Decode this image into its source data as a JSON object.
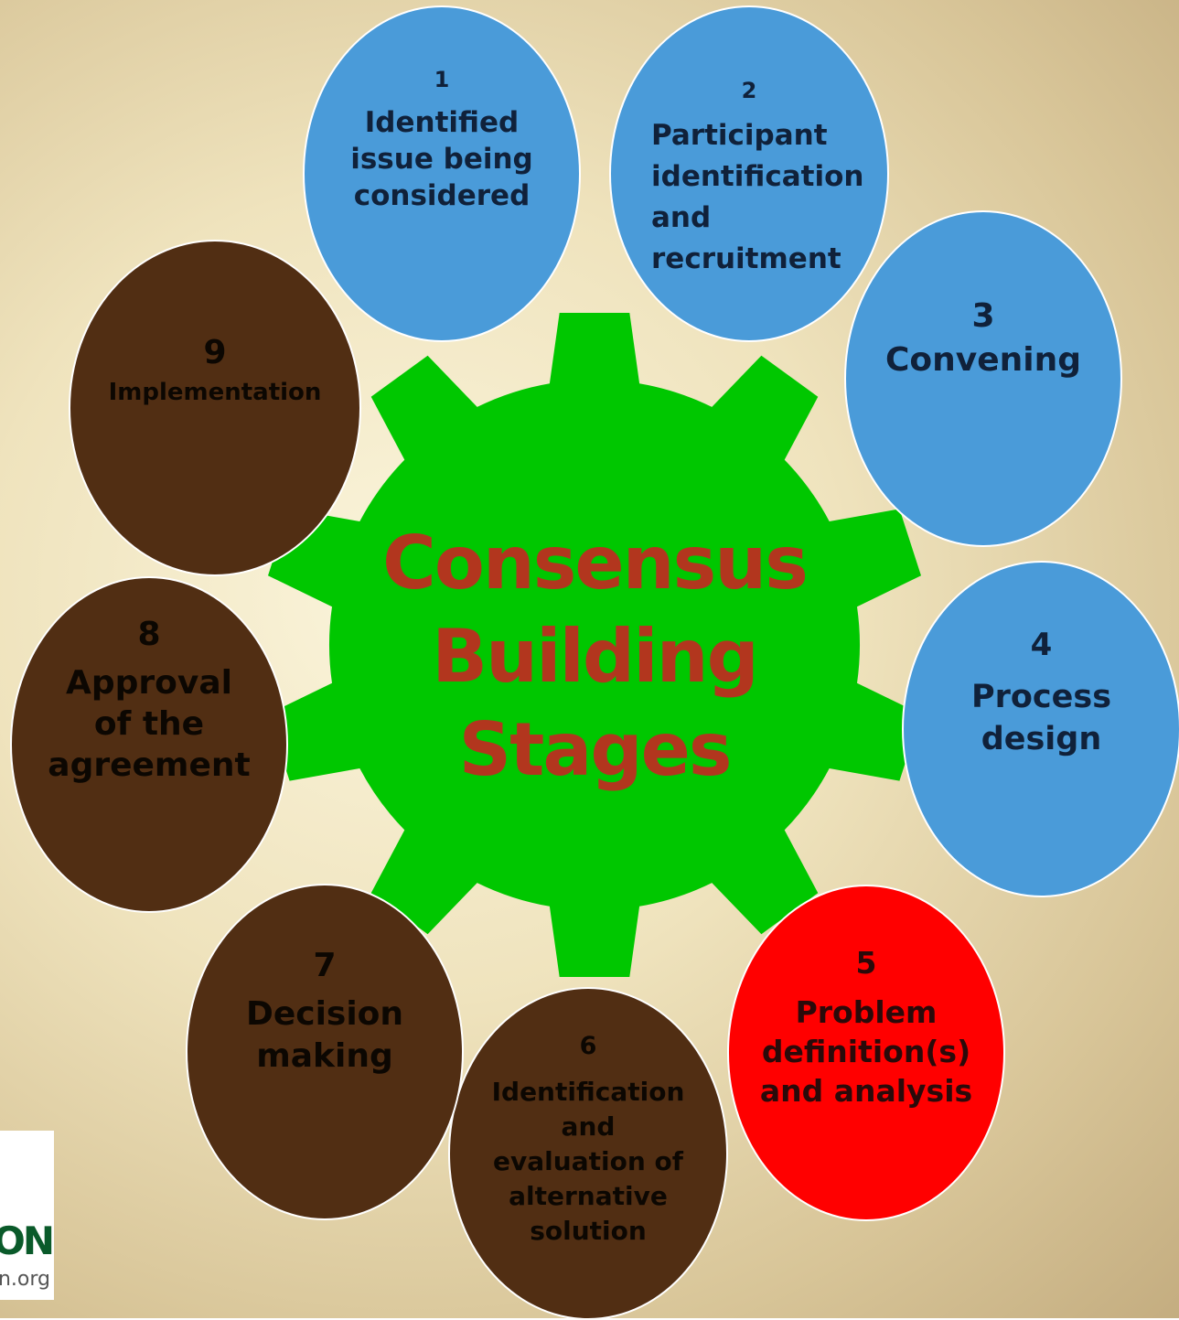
{
  "title_lines": [
    "Consensus",
    "Building",
    "Stages"
  ],
  "stages": [
    {
      "number": "1",
      "label": "Identified\nissue being\nconsidered",
      "color": "#4a9bd9"
    },
    {
      "number": "2",
      "label": "Participant\nidentification\nand\nrecruitment",
      "color": "#4a9bd9"
    },
    {
      "number": "3",
      "label": "Convening",
      "color": "#4a9bd9"
    },
    {
      "number": "4",
      "label": "Process\ndesign",
      "color": "#4a9bd9"
    },
    {
      "number": "5",
      "label": "Problem\ndefinition(s)\nand analysis",
      "color": "#ff0000"
    },
    {
      "number": "6",
      "label": "Identification\nand\nevaluation of\nalternative\nsolution",
      "color": "#512e13"
    },
    {
      "number": "7",
      "label": "Decision\nmaking",
      "color": "#512e13"
    },
    {
      "number": "8",
      "label": "Approval\nof the\nagreement",
      "color": "#512e13"
    },
    {
      "number": "9",
      "label": "Implementation",
      "color": "#512e13"
    }
  ],
  "gear_color": "#00c700",
  "title_color": "#b2361e",
  "logo": {
    "mark": "ON",
    "url": "n.org"
  }
}
